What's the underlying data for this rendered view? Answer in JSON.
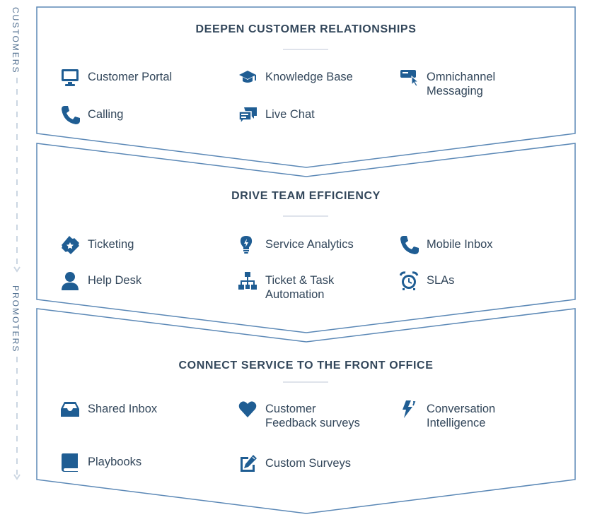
{
  "axis": {
    "top_label": "CUSTOMERS",
    "bottom_label": "PROMOTERS"
  },
  "colors": {
    "accent": "#2f70a9",
    "icon": "#1f5d93",
    "border": "#5b88b6",
    "text": "#33475b"
  },
  "sections": [
    {
      "title": "DEEPEN CUSTOMER RELATIONSHIPS",
      "items": [
        {
          "label": "Customer Portal",
          "icon": "monitor-icon"
        },
        {
          "label": "Knowledge Base",
          "icon": "graduation-cap-icon"
        },
        {
          "label": "Omnichannel\nMessaging",
          "icon": "messaging-icon"
        },
        {
          "label": "Calling",
          "icon": "phone-icon"
        },
        {
          "label": "Live Chat",
          "icon": "chat-icon"
        }
      ]
    },
    {
      "title": "DRIVE TEAM EFFICIENCY",
      "items": [
        {
          "label": "Ticketing",
          "icon": "ticket-icon"
        },
        {
          "label": "Service Analytics",
          "icon": "lightbulb-icon"
        },
        {
          "label": "Mobile Inbox",
          "icon": "phone-icon"
        },
        {
          "label": "Help Desk",
          "icon": "person-icon"
        },
        {
          "label": "Ticket & Task\nAutomation",
          "icon": "workflow-icon"
        },
        {
          "label": "SLAs",
          "icon": "alarm-clock-icon"
        }
      ]
    },
    {
      "title": "CONNECT SERVICE TO THE FRONT OFFICE",
      "items": [
        {
          "label": "Shared Inbox",
          "icon": "inbox-tray-icon"
        },
        {
          "label": "Customer\nFeedback surveys",
          "icon": "heart-icon"
        },
        {
          "label": "Conversation\nIntelligence",
          "icon": "lightning-icon"
        },
        {
          "label": "Playbooks",
          "icon": "book-icon"
        },
        {
          "label": "Custom Surveys",
          "icon": "edit-survey-icon"
        }
      ]
    }
  ]
}
